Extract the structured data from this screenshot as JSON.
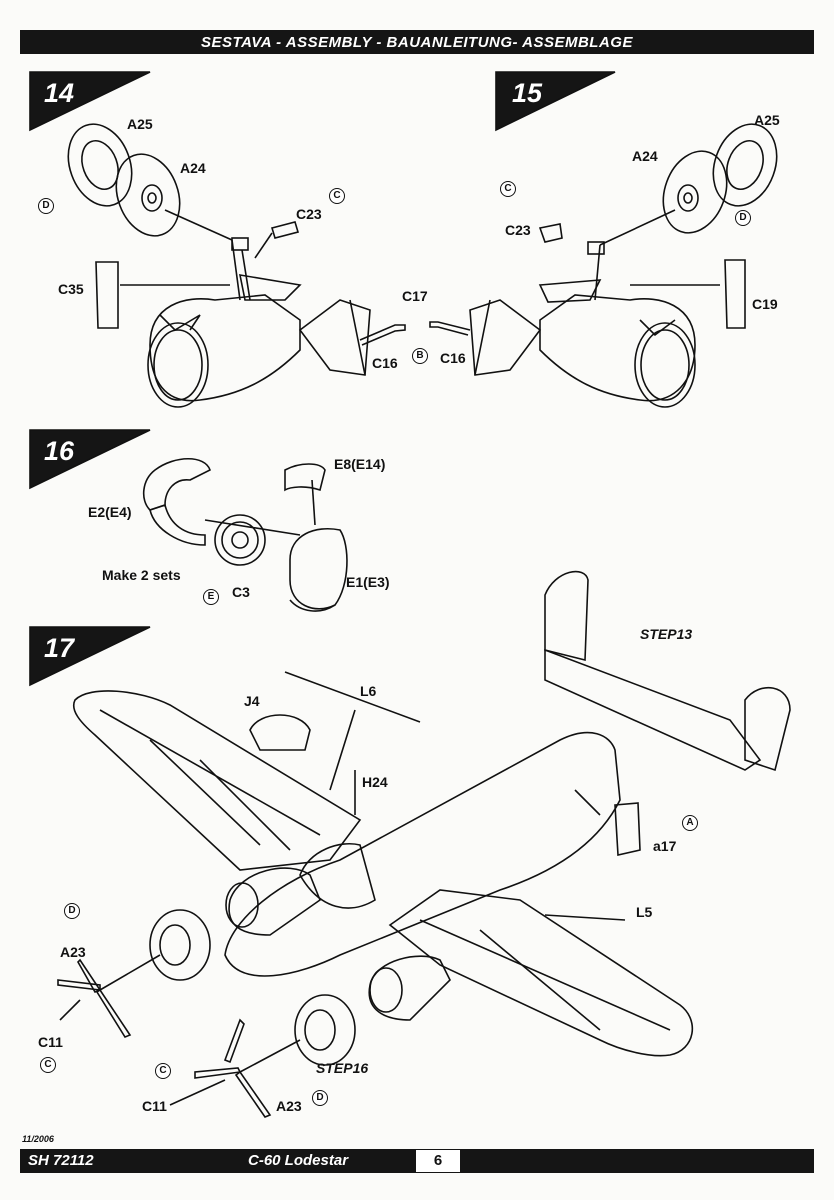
{
  "header": {
    "title": "SESTAVA -  ASSEMBLY - BAUANLEITUNG- ASSEMBLAGE"
  },
  "steps": {
    "s14": "14",
    "s15": "15",
    "s16": "16",
    "s17": "17"
  },
  "labels": {
    "a25_l": "A25",
    "a24_l": "A24",
    "c23_l": "C23",
    "c35": "C35",
    "c17": "C17",
    "c16_l": "C16",
    "c16_r": "C16",
    "a25_r": "A25",
    "a24_r": "A24",
    "c23_r": "C23",
    "c19": "C19",
    "e8": "E8(E14)",
    "e2": "E2(E4)",
    "e1": "E1(E3)",
    "c3": "C3",
    "make2": "Make 2 sets",
    "step13": "STEP13",
    "j4": "J4",
    "l6": "L6",
    "h24": "H24",
    "a17": "a17",
    "l5": "L5",
    "a23_l": "A23",
    "c11_l": "C11",
    "c11_b": "C11",
    "step16": "STEP16",
    "a23_b": "A23"
  },
  "paints": {
    "p1": "D",
    "p2": "C",
    "p3": "C",
    "p4": "D",
    "p5": "B",
    "p6": "E",
    "p7": "A",
    "p8": "D",
    "p9": "C",
    "p10": "C",
    "p11": "D"
  },
  "footer": {
    "date": "11/2006",
    "code": "SH 72112",
    "model": "C-60 Lodestar",
    "page": "6"
  }
}
